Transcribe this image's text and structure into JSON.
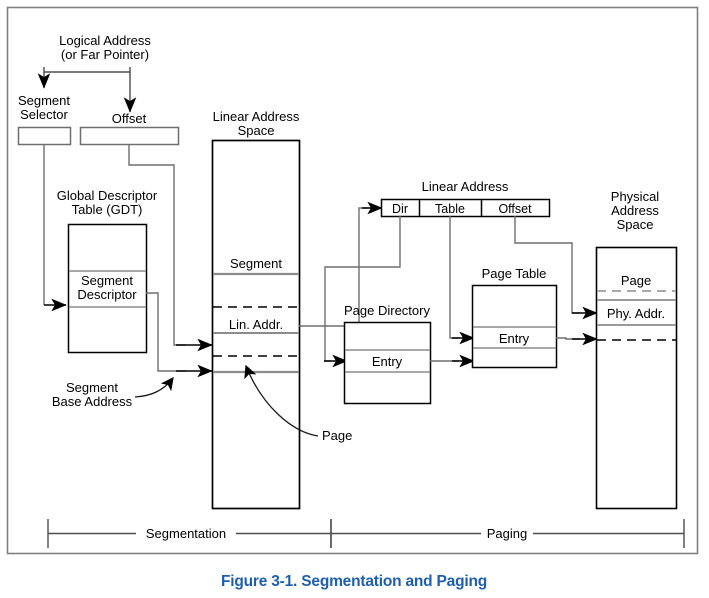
{
  "figure": {
    "caption": "Figure 3-1.  Segmentation and Paging",
    "caption_color": "#1F5FA9",
    "frame_color": "#808080",
    "line_color": "#000000",
    "row_rule_color": "#808080"
  },
  "logical_address": {
    "title_line1": "Logical Address",
    "title_line2": "(or Far Pointer)"
  },
  "segment_selector": {
    "label_line1": "Segment",
    "label_line2": "Selector"
  },
  "offset_field": {
    "label": "Offset"
  },
  "gdt": {
    "title_line1": "Global Descriptor",
    "title_line2": "Table (GDT)",
    "row_line1": "Segment",
    "row_line2": "Descriptor"
  },
  "segment_base_address": {
    "label_line1": "Segment",
    "label_line2": "Base Address"
  },
  "linear_address_space": {
    "title_line1": "Linear Address",
    "title_line2": "Space",
    "segment_label": "Segment",
    "lin_addr_label": "Lin. Addr."
  },
  "page_callout": {
    "label": "Page"
  },
  "linear_address": {
    "title": "Linear Address",
    "fields": [
      "Dir",
      "Table",
      "Offset"
    ]
  },
  "page_directory": {
    "title": "Page Directory",
    "entry_label": "Entry"
  },
  "page_table": {
    "title": "Page Table",
    "entry_label": "Entry"
  },
  "physical_address_space": {
    "title_line1": "Physical",
    "title_line2": "Address",
    "title_line3": "Space",
    "page_label": "Page",
    "phy_addr_label": "Phy. Addr."
  },
  "brackets": {
    "segmentation": "Segmentation",
    "paging": "Paging"
  }
}
